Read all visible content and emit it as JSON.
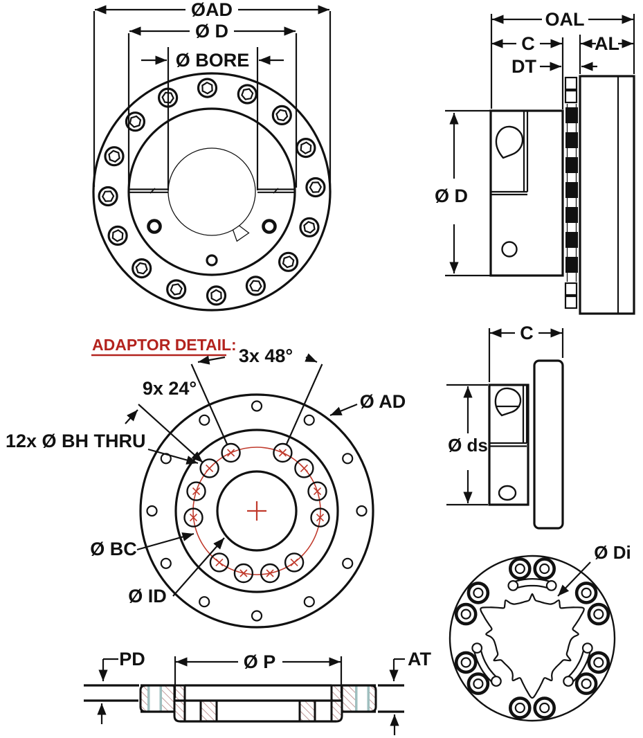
{
  "colors": {
    "ink": "#111111",
    "detail_red": "#c0392b",
    "title_red": "#b3231e",
    "hatch_red": "#bb8f8f",
    "hatch_teal": "#9fbfbf"
  },
  "front_view": {
    "dim_outer_diameter": "ØAD",
    "dim_flange_diameter": "Ø D",
    "dim_bore": "Ø BORE"
  },
  "side_view": {
    "dim_overall_length": "OAL",
    "dim_hub_length": "C",
    "dim_adaptor_length": "AL",
    "dim_element_thickness": "DT",
    "dim_flange_diameter": "Ø D"
  },
  "adaptor_detail": {
    "title": "ADAPTOR DETAIL:",
    "dim_hole_group_angle": "3x 48°",
    "dim_hole_angle": "9x 24°",
    "dim_bolt_holes": "12x Ø BH THRU",
    "dim_adaptor_diameter": "Ø AD",
    "dim_bolt_circle": "Ø BC",
    "dim_inner_diameter": "Ø ID"
  },
  "hub_side_view": {
    "dim_hub_length": "C",
    "dim_hub_diameter": "Ø ds"
  },
  "section_view": {
    "dim_pilot_depth": "PD",
    "dim_pilot_diameter": "Ø P",
    "dim_adaptor_thickness": "AT"
  },
  "element_view": {
    "dim_inner_diameter": "Ø Di"
  }
}
